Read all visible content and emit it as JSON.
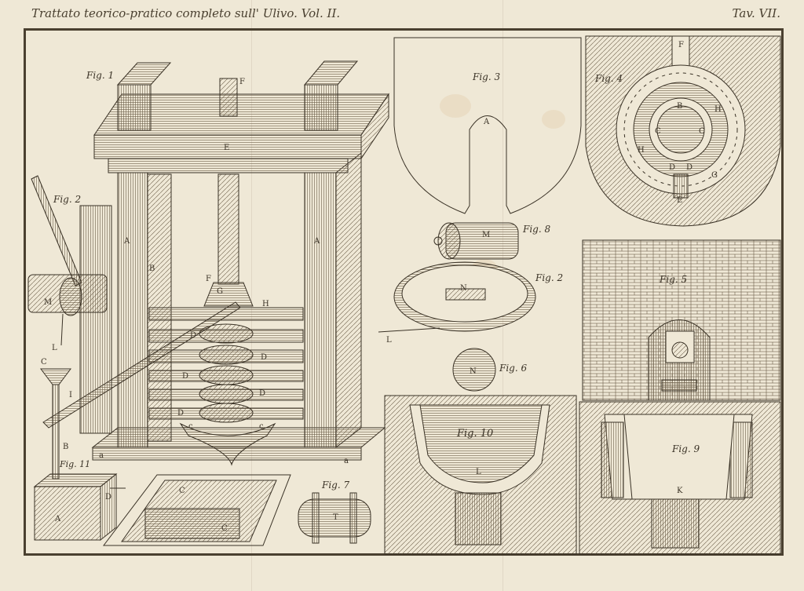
{
  "header": {
    "title": "Trattato teorico-pratico completo sull' Ulivo. Vol. II.",
    "plate": "Tav. VII."
  },
  "figures": {
    "fig1": "Fig. 1",
    "fig2a": "Fig. 2",
    "fig2b": "Fig. 2",
    "fig3": "Fig. 3",
    "fig4": "Fig. 4",
    "fig5": "Fig. 5",
    "fig6": "Fig. 6",
    "fig7": "Fig. 7",
    "fig8": "Fig. 8",
    "fig9": "Fig. 9",
    "fig10": "Fig. 10",
    "fig11": "Fig. 11"
  },
  "letters": {
    "A": "A",
    "B": "B",
    "C": "C",
    "D": "D",
    "E": "E",
    "F": "F",
    "G": "G",
    "H": "H",
    "I": "I",
    "K": "K",
    "L": "L",
    "M": "M",
    "N": "N",
    "T": "T",
    "a": "a",
    "c": "c"
  },
  "colors": {
    "paper": "#efe8d6",
    "ink": "#3a3226",
    "hatch": "#6b5d48"
  }
}
